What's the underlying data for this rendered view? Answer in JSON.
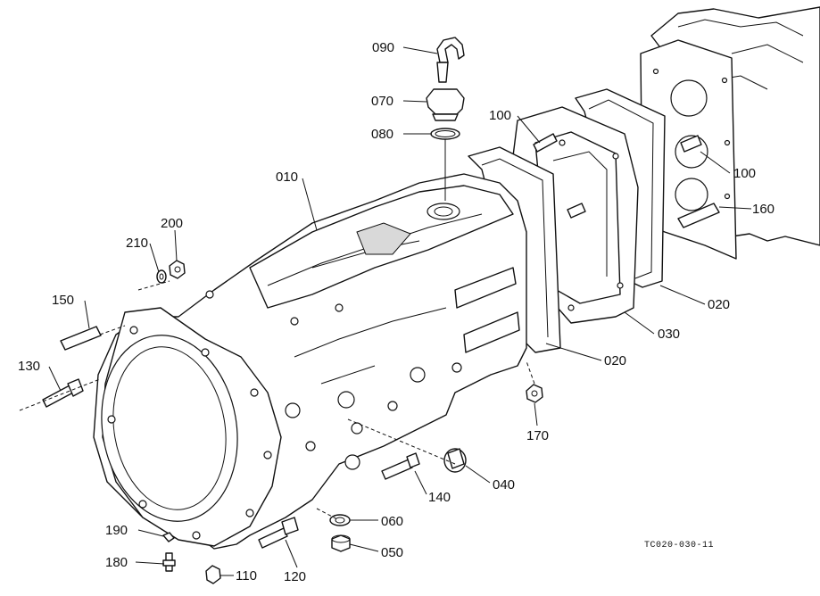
{
  "diagram": {
    "catalog_number": "TC020-030-11",
    "callouts": [
      {
        "id": "090",
        "text": "090"
      },
      {
        "id": "070",
        "text": "070"
      },
      {
        "id": "080",
        "text": "080"
      },
      {
        "id": "100a",
        "text": "100"
      },
      {
        "id": "100b",
        "text": "100"
      },
      {
        "id": "010",
        "text": "010"
      },
      {
        "id": "160",
        "text": "160"
      },
      {
        "id": "200",
        "text": "200"
      },
      {
        "id": "210",
        "text": "210"
      },
      {
        "id": "020a",
        "text": "020"
      },
      {
        "id": "150",
        "text": "150"
      },
      {
        "id": "030",
        "text": "030"
      },
      {
        "id": "020b",
        "text": "020"
      },
      {
        "id": "130",
        "text": "130"
      },
      {
        "id": "170",
        "text": "170"
      },
      {
        "id": "040",
        "text": "040"
      },
      {
        "id": "140",
        "text": "140"
      },
      {
        "id": "060",
        "text": "060"
      },
      {
        "id": "190",
        "text": "190"
      },
      {
        "id": "050",
        "text": "050"
      },
      {
        "id": "180",
        "text": "180"
      },
      {
        "id": "110",
        "text": "110"
      },
      {
        "id": "120",
        "text": "120"
      }
    ]
  }
}
